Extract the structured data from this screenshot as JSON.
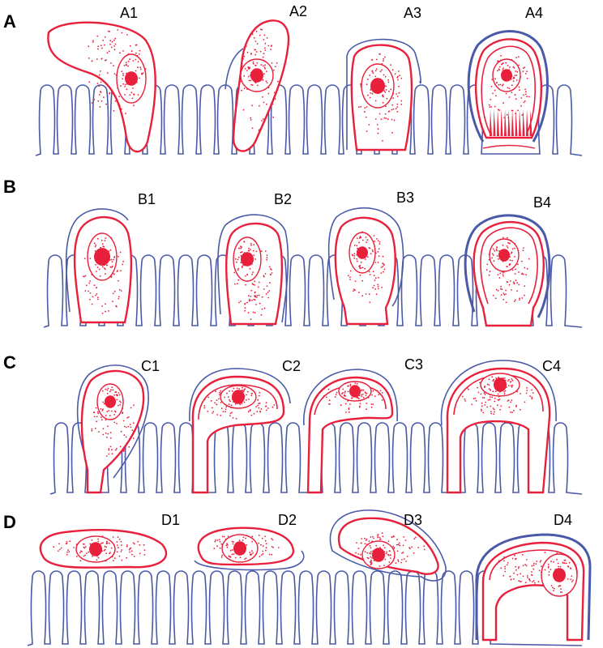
{
  "figure": {
    "colors": {
      "epithelium": "#4a5aa8",
      "cell": "#e8203c",
      "nucleus": "#e8203c",
      "background": "#ffffff"
    },
    "rows": [
      {
        "letter": "A",
        "panels": [
          "A1",
          "A2",
          "A3",
          "A4"
        ]
      },
      {
        "letter": "B",
        "panels": [
          "B1",
          "B2",
          "B3",
          "B4"
        ]
      },
      {
        "letter": "C",
        "panels": [
          "C1",
          "C2",
          "C3",
          "C4"
        ]
      },
      {
        "letter": "D",
        "panels": [
          "D1",
          "D2",
          "D3",
          "D4"
        ]
      }
    ]
  }
}
